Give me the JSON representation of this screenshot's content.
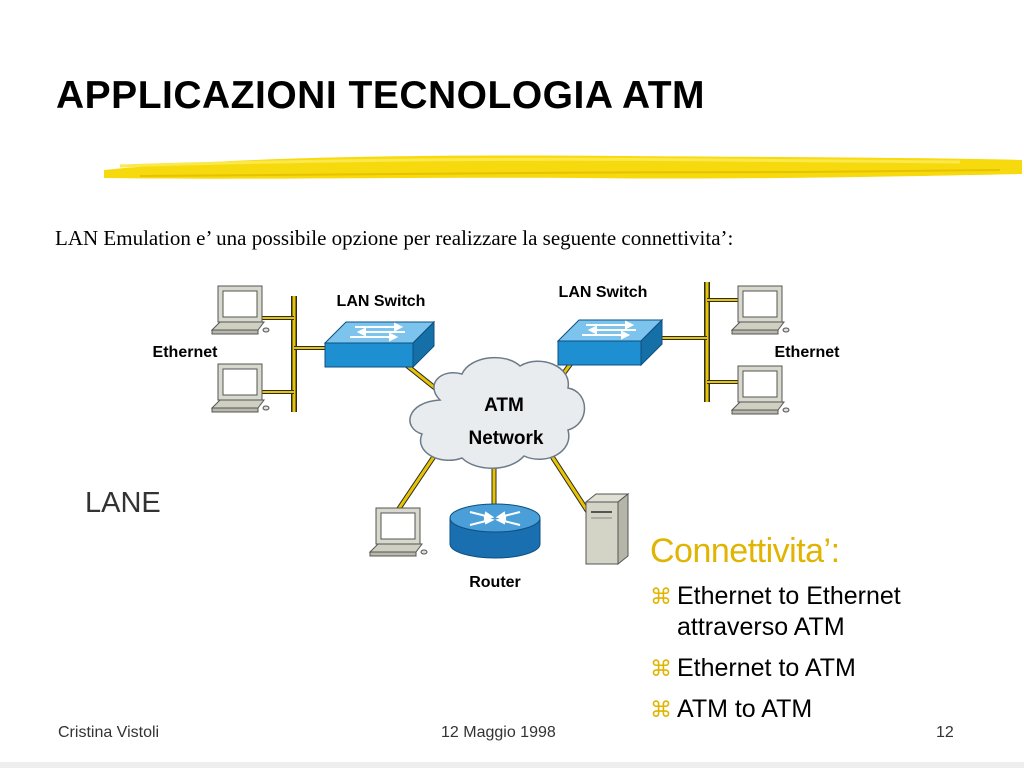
{
  "slide": {
    "title": "APPLICAZIONI TECNOLOGIA ATM",
    "subtitle": "LAN Emulation e’ una possibile opzione per realizzare la seguente connettivita’:",
    "lane_label": "LANE"
  },
  "diagram": {
    "lan_switch_left": "LAN Switch",
    "lan_switch_right": "LAN Switch",
    "ethernet_left": "Ethernet",
    "ethernet_right": "Ethernet",
    "atm_line1": "ATM",
    "atm_line2": "Network",
    "router": "Router"
  },
  "connectivity": {
    "title": "Connettivita’:",
    "bullet_symbol": "⌘",
    "items": [
      {
        "line1": "Ethernet to Ethernet",
        "line2": "attraverso ATM"
      },
      {
        "line1": "Ethernet to ATM",
        "line2": ""
      },
      {
        "line1": "ATM to ATM",
        "line2": ""
      }
    ]
  },
  "footer": {
    "author": "Cristina Vistoli",
    "date": "12 Maggio 1998",
    "page": "12"
  },
  "colors": {
    "accent_yellow": "#f5d800",
    "switch_blue": "#1e8fd0",
    "router_blue": "#1a6fb0",
    "link_yellow": "#e8c400",
    "cloud_fill": "#e8ecef"
  }
}
